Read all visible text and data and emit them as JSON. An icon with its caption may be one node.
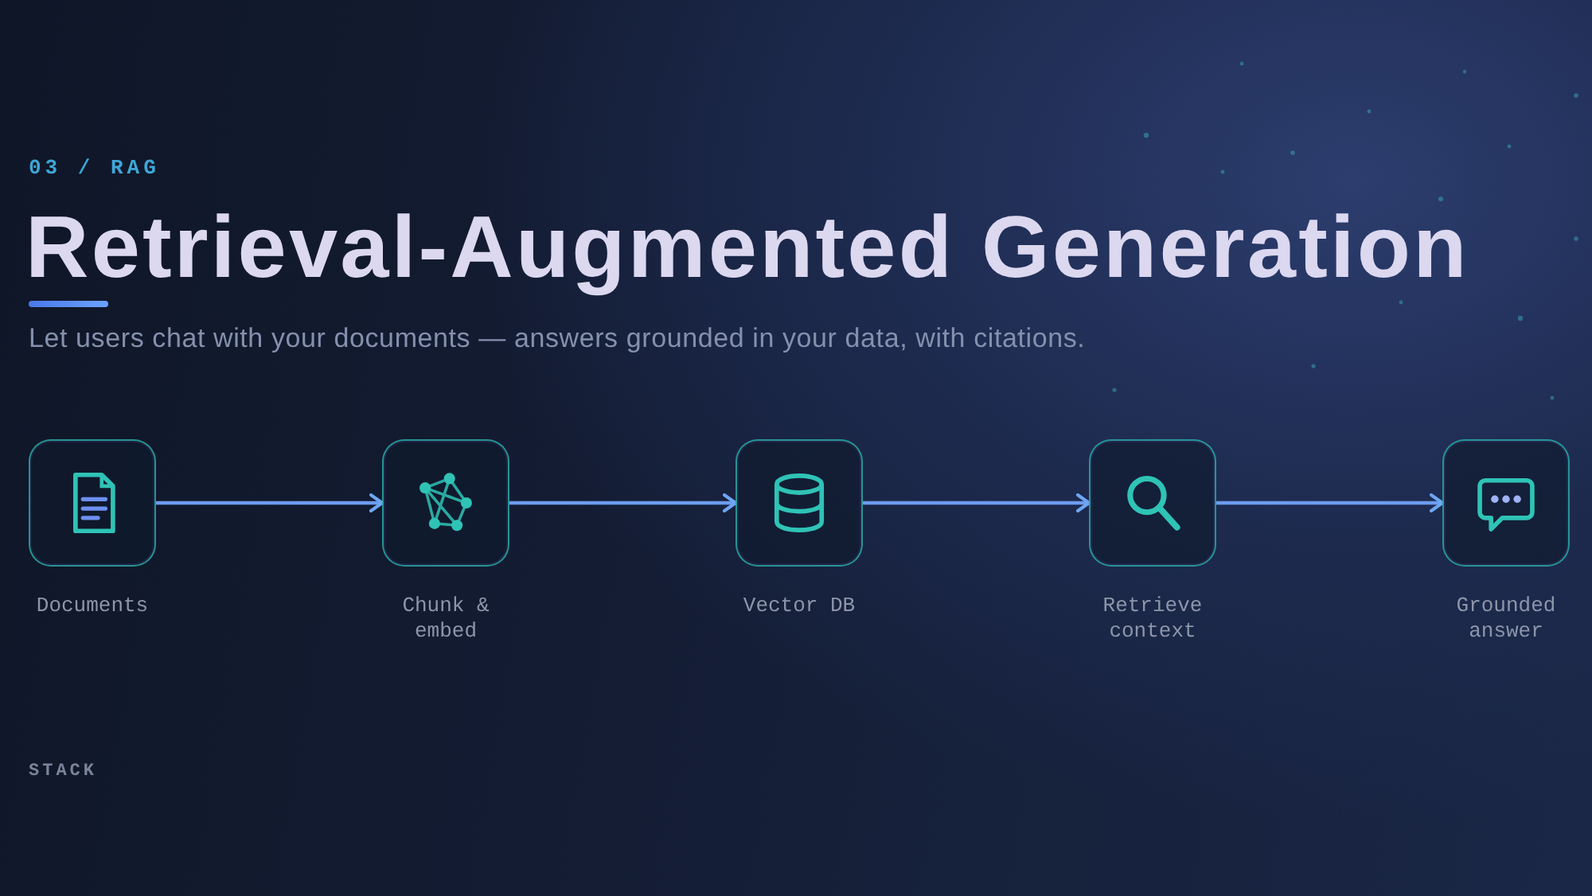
{
  "diagram": {
    "title": "Retrieval-Augmented Generation",
    "nodes": [
      {
        "text": [
          "Documents"
        ]
      },
      {
        "text": [
          "Chunk & embed"
        ]
      },
      {
        "text": [
          "Vector DB"
        ]
      },
      {
        "text": [
          "Retrieve context"
        ]
      },
      {
        "text": [
          "Grounded answer"
        ]
      }
    ],
    "edges": [
      {
        "from": 0,
        "to": 1,
        "arrow": "to"
      },
      {
        "from": 1,
        "to": 2,
        "arrow": "to"
      },
      {
        "from": 2,
        "to": 3,
        "arrow": "to"
      },
      {
        "from": 3,
        "to": 4,
        "arrow": "to"
      }
    ],
    "labels": [
      "03 / RAG",
      "Let users chat with your documents — answers grounded in your data, with citations.",
      "STACK"
    ]
  }
}
